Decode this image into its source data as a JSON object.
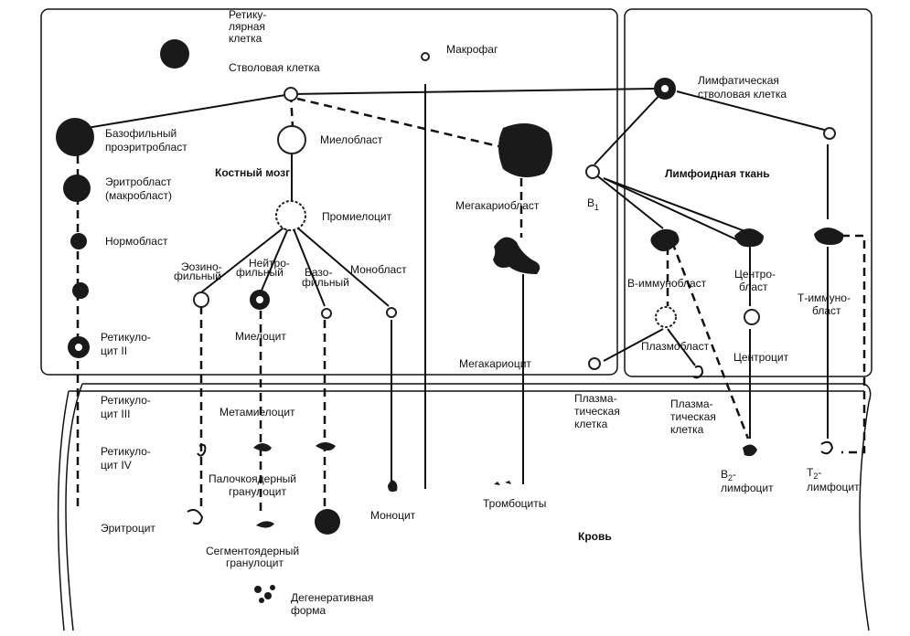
{
  "regions": {
    "bone_marrow": "Костный мозг",
    "lymphoid_tissue": "Лимфоидная ткань",
    "blood": "Кровь"
  },
  "labels": {
    "reticular_cell": [
      "Ретику-",
      "лярная",
      "клетка"
    ],
    "stem_cell": "Стволовая клетка",
    "macrophage": "Макрофаг",
    "lymph_stem_cell": [
      "Лимфатическая",
      "стволовая клетка"
    ],
    "basophilic_proerythroblast": [
      "Базофильный",
      "проэритробласт"
    ],
    "erythroblast": [
      "Эритробласт",
      "(макробласт)"
    ],
    "normoblast": "Нормобласт",
    "reticulocyte_2": [
      "Ретикуло-",
      "цит II"
    ],
    "reticulocyte_3": [
      "Ретикуло-",
      "цит III"
    ],
    "reticulocyte_4": [
      "Ретикуло-",
      "цит IV"
    ],
    "erythrocyte": "Эритроцит",
    "myeloblast": "Миелобласт",
    "promyelocyte": "Промиелоцит",
    "eosinophilic": [
      "Эозино-",
      "фильный"
    ],
    "neutrophilic": [
      "Нейтро-",
      "фильный"
    ],
    "basophilic": [
      "Базо-",
      "фильный"
    ],
    "monoblast": "Монобласт",
    "myelocyte": "Миелоцит",
    "metamyelocyte": "Метамиелоцит",
    "band_granulocyte": [
      "Палочкоядерный",
      "гранулоцит"
    ],
    "segmented_granulocyte": [
      "Сегментоядерный",
      "гранулоцит"
    ],
    "degenerative_form": [
      "Дегенеративная",
      "форма"
    ],
    "monocyte": "Моноцит",
    "megakaryoblast": "Мегакариобласт",
    "megakaryocyte": "Мегакариоцит",
    "thrombocytes": "Тромбоциты",
    "b1": "B",
    "b1_sub": "1",
    "b_immunoblast": "В-иммунобласт",
    "plasmablast": "Плазмобласт",
    "plasma_cell_1": [
      "Плазма-",
      "тическая",
      "клетка"
    ],
    "plasma_cell_2": [
      "Плазма-",
      "тическая",
      "клетка"
    ],
    "centroblast": [
      "Центро-",
      "бласт"
    ],
    "centrocyte": "Центроцит",
    "b2_lymphocyte": [
      "В",
      "2",
      "-",
      "лимфоцит"
    ],
    "t_immunoblast": [
      "Т-иммуно-",
      "бласт"
    ],
    "t2_lymphocyte": [
      "Т",
      "2",
      "-",
      "лимфоцит"
    ]
  }
}
